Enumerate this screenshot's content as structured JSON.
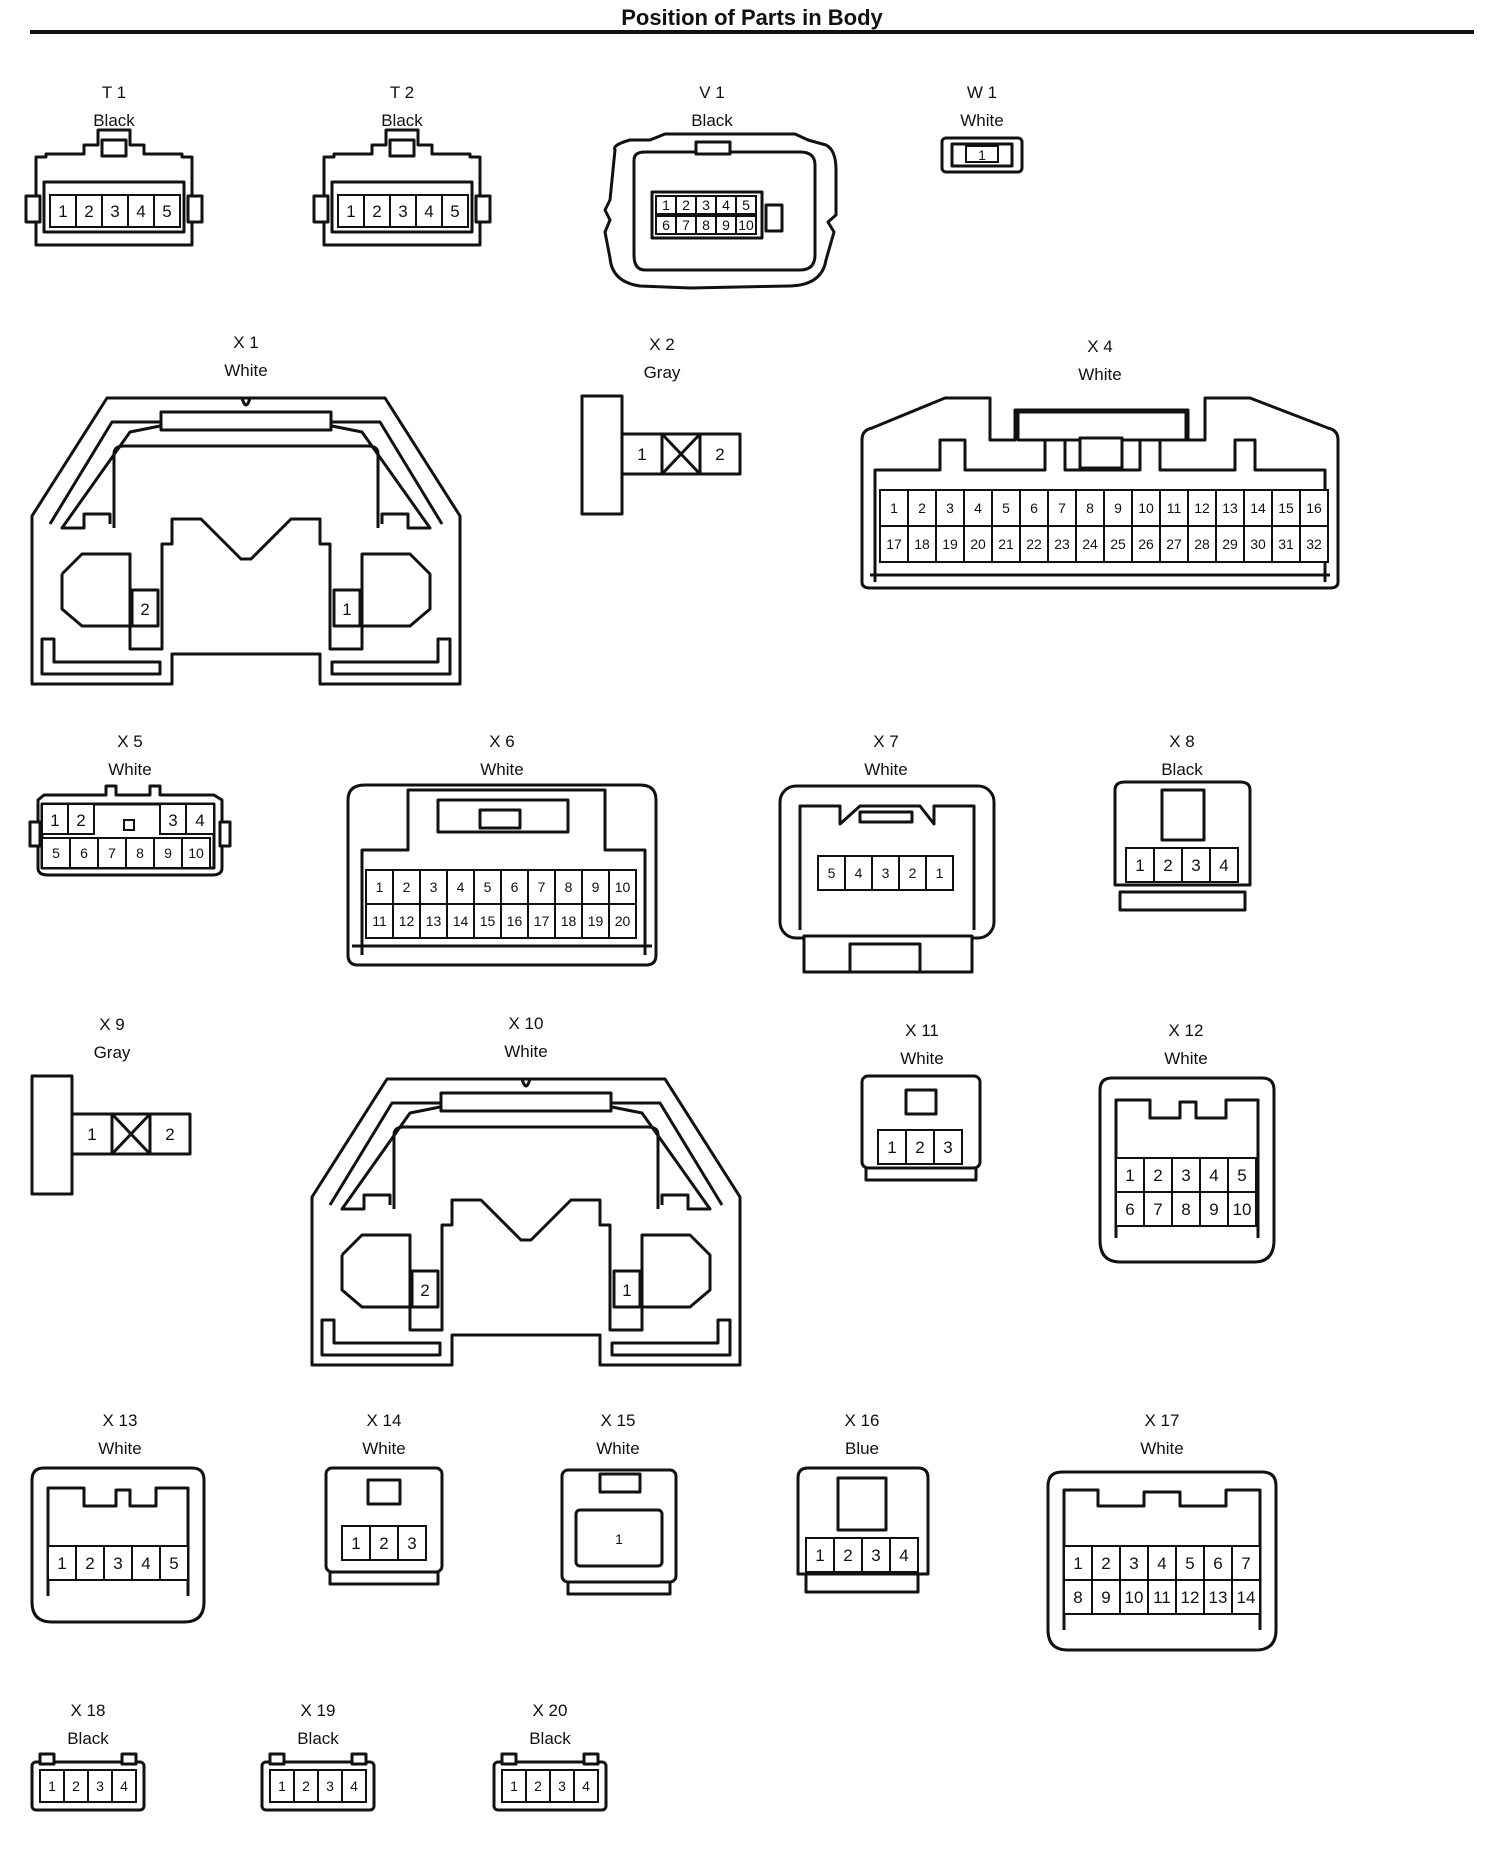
{
  "page": {
    "title": "Position of Parts in Body"
  },
  "connectors": {
    "T1": {
      "name": "T 1",
      "color": "Black",
      "pins": [
        "1",
        "2",
        "3",
        "4",
        "5"
      ]
    },
    "T2": {
      "name": "T 2",
      "color": "Black",
      "pins": [
        "1",
        "2",
        "3",
        "4",
        "5"
      ]
    },
    "V1": {
      "name": "V 1",
      "color": "Black",
      "pins": [
        "1",
        "2",
        "3",
        "4",
        "5",
        "6",
        "7",
        "8",
        "9",
        "10"
      ]
    },
    "W1": {
      "name": "W 1",
      "color": "White",
      "pins": [
        "1"
      ]
    },
    "X1": {
      "name": "X 1",
      "color": "White",
      "pins": [
        "2",
        "1"
      ]
    },
    "X2": {
      "name": "X 2",
      "color": "Gray",
      "pins": [
        "1",
        "2"
      ]
    },
    "X4": {
      "name": "X 4",
      "color": "White",
      "pins": [
        "1",
        "2",
        "3",
        "4",
        "5",
        "6",
        "7",
        "8",
        "9",
        "10",
        "11",
        "12",
        "13",
        "14",
        "15",
        "16",
        "17",
        "18",
        "19",
        "20",
        "21",
        "22",
        "23",
        "24",
        "25",
        "26",
        "27",
        "28",
        "29",
        "30",
        "31",
        "32"
      ]
    },
    "X5": {
      "name": "X 5",
      "color": "White",
      "pins": [
        "1",
        "2",
        "3",
        "4",
        "5",
        "6",
        "7",
        "8",
        "9",
        "10"
      ]
    },
    "X6": {
      "name": "X 6",
      "color": "White",
      "pins": [
        "1",
        "2",
        "3",
        "4",
        "5",
        "6",
        "7",
        "8",
        "9",
        "10",
        "11",
        "12",
        "13",
        "14",
        "15",
        "16",
        "17",
        "18",
        "19",
        "20"
      ]
    },
    "X7": {
      "name": "X 7",
      "color": "White",
      "pins": [
        "5",
        "4",
        "3",
        "2",
        "1"
      ]
    },
    "X8": {
      "name": "X 8",
      "color": "Black",
      "pins": [
        "1",
        "2",
        "3",
        "4"
      ]
    },
    "X9": {
      "name": "X 9",
      "color": "Gray",
      "pins": [
        "1",
        "2"
      ]
    },
    "X10": {
      "name": "X 10",
      "color": "White",
      "pins": [
        "2",
        "1"
      ]
    },
    "X11": {
      "name": "X 11",
      "color": "White",
      "pins": [
        "1",
        "2",
        "3"
      ]
    },
    "X12": {
      "name": "X 12",
      "color": "White",
      "pins": [
        "1",
        "2",
        "3",
        "4",
        "5",
        "6",
        "7",
        "8",
        "9",
        "10"
      ]
    },
    "X13": {
      "name": "X 13",
      "color": "White",
      "pins": [
        "1",
        "2",
        "3",
        "4",
        "5"
      ]
    },
    "X14": {
      "name": "X 14",
      "color": "White",
      "pins": [
        "1",
        "2",
        "3"
      ]
    },
    "X15": {
      "name": "X 15",
      "color": "White",
      "pins": [
        "1"
      ]
    },
    "X16": {
      "name": "X 16",
      "color": "Blue",
      "pins": [
        "1",
        "2",
        "3",
        "4"
      ]
    },
    "X17": {
      "name": "X 17",
      "color": "White",
      "pins": [
        "1",
        "2",
        "3",
        "4",
        "5",
        "6",
        "7",
        "8",
        "9",
        "10",
        "11",
        "12",
        "13",
        "14"
      ]
    },
    "X18": {
      "name": "X 18",
      "color": "Black",
      "pins": [
        "1",
        "2",
        "3",
        "4"
      ]
    },
    "X19": {
      "name": "X 19",
      "color": "Black",
      "pins": [
        "1",
        "2",
        "3",
        "4"
      ]
    },
    "X20": {
      "name": "X 20",
      "color": "Black",
      "pins": [
        "1",
        "2",
        "3",
        "4"
      ]
    }
  }
}
